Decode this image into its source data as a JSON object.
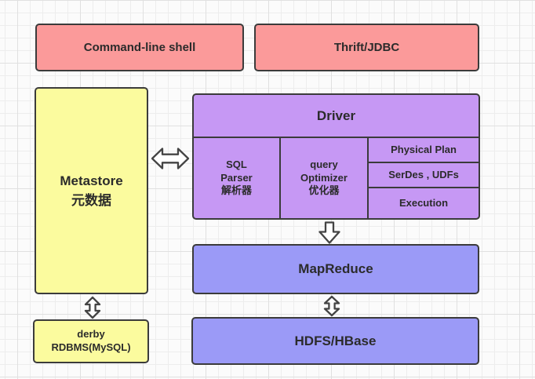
{
  "diagram": {
    "nodes": {
      "command_line_shell": {
        "label": "Command-line shell"
      },
      "thrift_jdbc": {
        "label": "Thrift/JDBC"
      },
      "metastore": {
        "line1": "Metastore",
        "line2": "元数据"
      },
      "driver": {
        "title": "Driver",
        "sql_parser": {
          "line1": "SQL",
          "line2": "Parser",
          "line3": "解析器"
        },
        "query_optimizer": {
          "line1": "query",
          "line2": "Optimizer",
          "line3": "优化器"
        },
        "physical_plan": {
          "label": "Physical Plan"
        },
        "serdes_udfs": {
          "label": "SerDes , UDFs"
        },
        "execution": {
          "label": "Execution"
        }
      },
      "mapreduce": {
        "label": "MapReduce"
      },
      "hdfs_hbase": {
        "label": "HDFS/HBase"
      },
      "derby": {
        "line1": "derby",
        "line2": "RDBMS(MySQL)"
      }
    },
    "arrows": [
      {
        "name": "metastore-driver",
        "type": "double-horizontal"
      },
      {
        "name": "metastore-derby",
        "type": "double-vertical"
      },
      {
        "name": "driver-mapreduce",
        "type": "single-down"
      },
      {
        "name": "mapreduce-hdfs",
        "type": "double-vertical"
      }
    ],
    "colors": {
      "pink": "#fb9a9a",
      "yellow": "#fbfb9e",
      "purple": "#c698f4",
      "blue": "#9b9af7",
      "border": "#3b3b3b",
      "text": "#2b2b2b",
      "arrow_stroke": "#444444",
      "arrow_fill": "#ffffff"
    }
  }
}
